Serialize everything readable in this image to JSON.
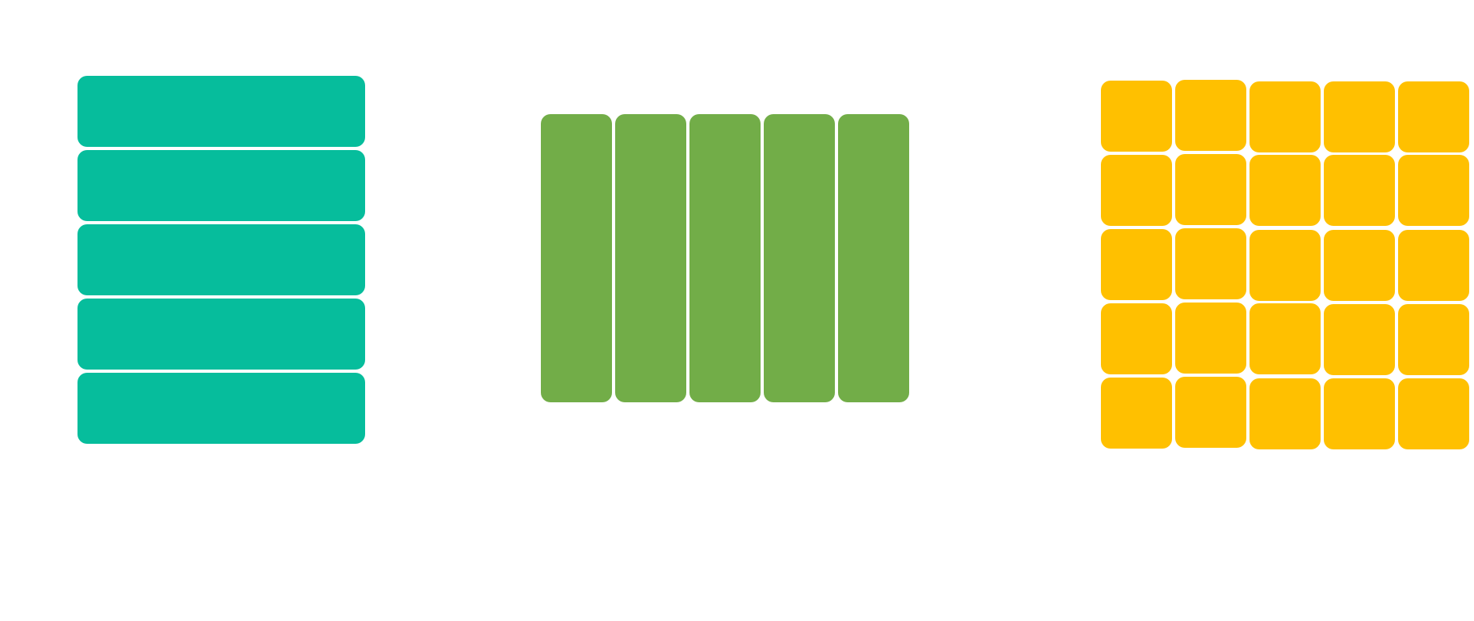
{
  "colors": {
    "rows": "#06bd9c",
    "columns": "#72ad48",
    "grid": "#ffc000",
    "background": "#ffffff"
  },
  "diagram": {
    "rows_count": 5,
    "columns_count": 5,
    "grid_rows": 5,
    "grid_cols": 5
  }
}
